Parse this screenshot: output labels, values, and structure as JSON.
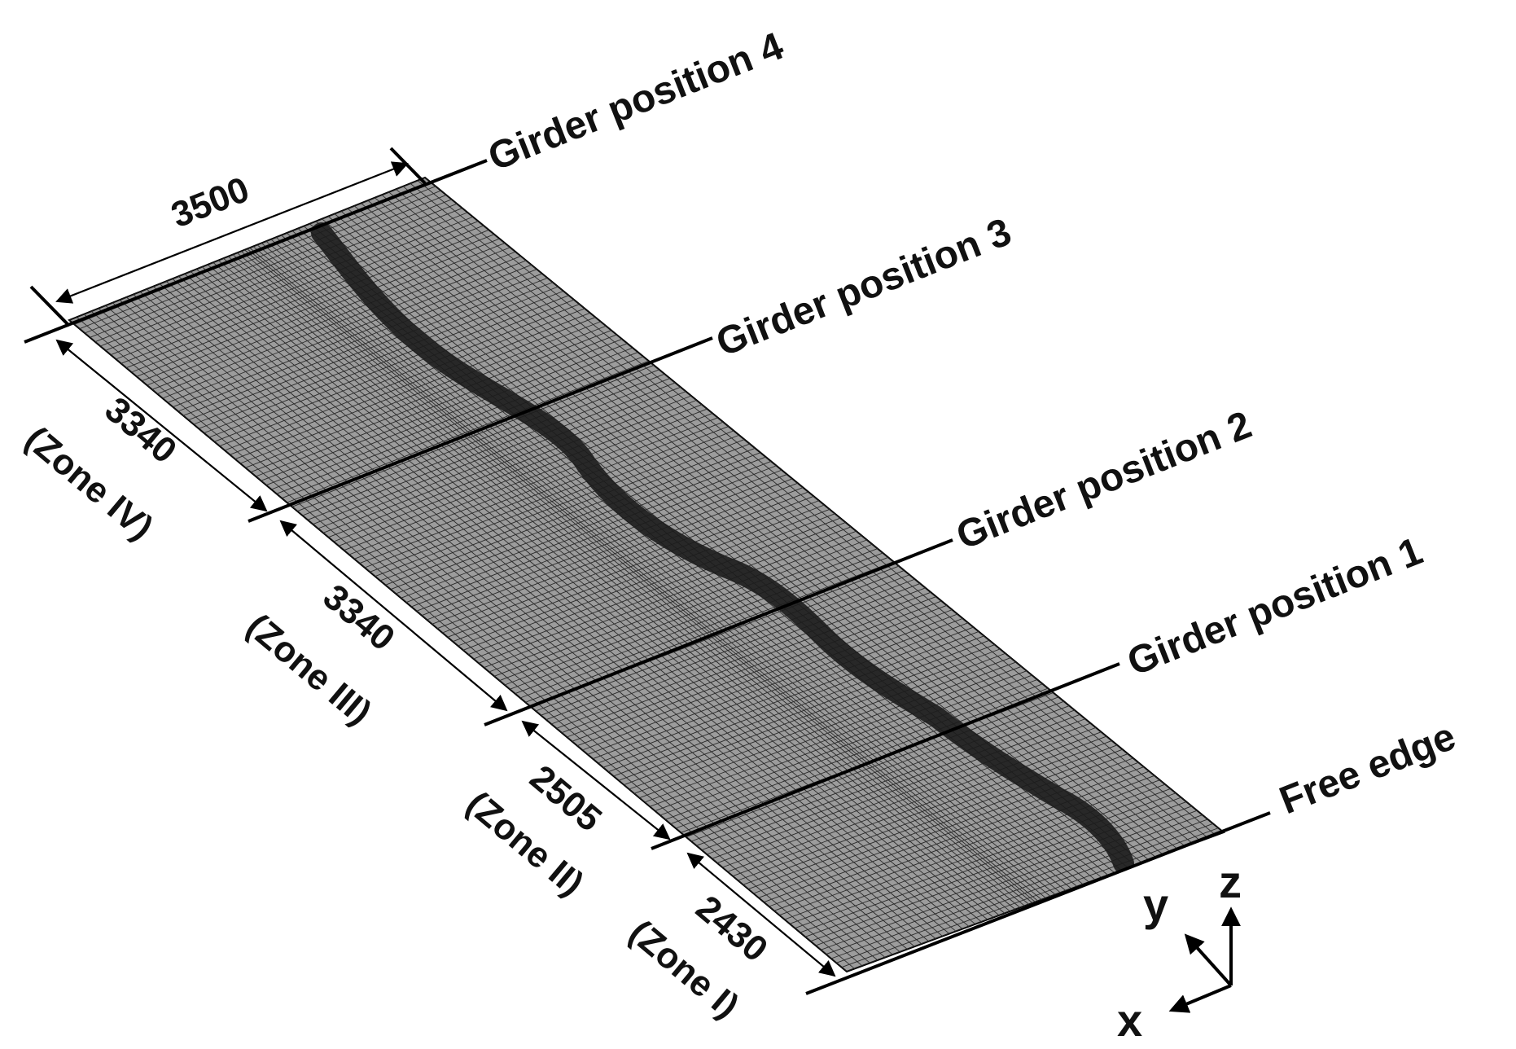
{
  "labels": {
    "girder_4": "Girder  position 4",
    "girder_3": "Girder  position 3",
    "girder_2": "Girder  position 2",
    "girder_1": "Girder  position 1",
    "free_edge": "Free edge"
  },
  "dimensions": {
    "width": "3500",
    "zone_iv_len": "3340",
    "zone_iv_name": "(Zone IV)",
    "zone_iii_len": "3340",
    "zone_iii_name": "(Zone III)",
    "zone_ii_len": "2505",
    "zone_ii_name": "(Zone II)",
    "zone_i_len": "2430",
    "zone_i_name": "(Zone I)"
  },
  "axes": {
    "x": "x",
    "y": "y",
    "z": "z"
  },
  "colors": {
    "mesh_fill": "#9c9c9c",
    "mesh_line": "#2a2a2a",
    "crack_band": "#1c1c1c",
    "ink": "#000000"
  }
}
